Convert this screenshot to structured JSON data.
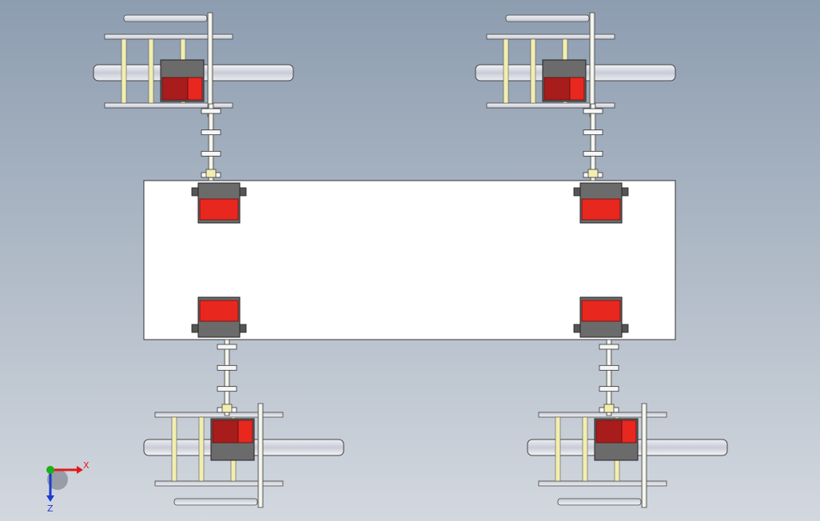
{
  "colors": {
    "background_top": "#8d9db0",
    "background_bottom": "#d3d8df",
    "chassis": "#ffffff",
    "servo_red": "#e8271f",
    "servo_dark_red": "#a81c1c",
    "servo_gray": "#6b6b6b",
    "shaft": "#f0f0e0",
    "shaft_yellow": "#f2eeb0",
    "plate": "#d8dbe2",
    "axis_x": "#e01a1a",
    "axis_y": "#1ab01a",
    "axis_z": "#1a3ad0"
  },
  "triad": {
    "x_label": "X",
    "z_label": "Z"
  },
  "legs": [
    {
      "id": "front-left"
    },
    {
      "id": "front-right"
    },
    {
      "id": "rear-left"
    },
    {
      "id": "rear-right"
    }
  ]
}
